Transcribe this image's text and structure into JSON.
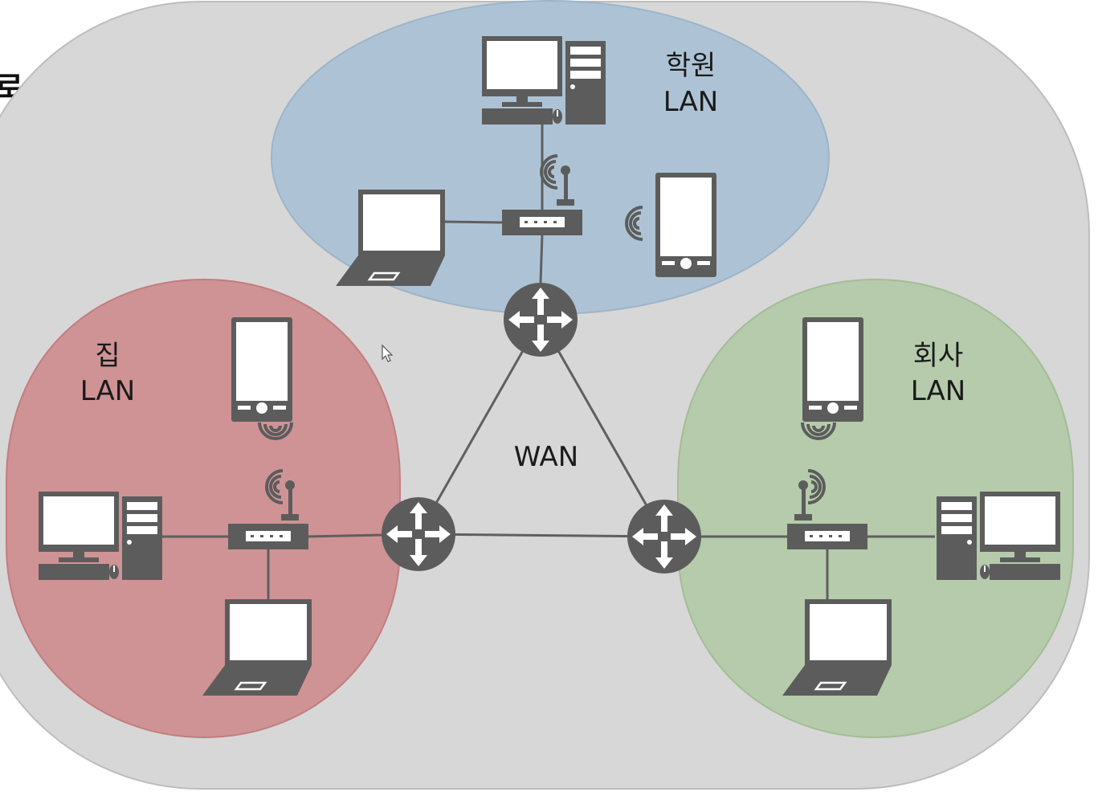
{
  "page": {
    "edge_title_fragment": "로"
  },
  "labels": {
    "wan": "WAN",
    "academy_lan": {
      "line1": "학원",
      "line2": "LAN"
    },
    "home_lan": {
      "line1": "집",
      "line2": "LAN"
    },
    "company_lan": {
      "line1": "회사",
      "line2": "LAN"
    }
  },
  "colors": {
    "wan_background": "#d7d7d7",
    "academy_zone": "#adc3d5",
    "home_zone": "#cf9395",
    "company_zone": "#b5cbab",
    "device": "#5c5c5c",
    "screen": "#ffffff",
    "link": "#5f5f5f"
  },
  "icons": [
    "router-icon",
    "wireless-ap-icon",
    "desktop-icon",
    "laptop-icon",
    "smartphone-icon",
    "signal-icon",
    "cursor-icon"
  ]
}
